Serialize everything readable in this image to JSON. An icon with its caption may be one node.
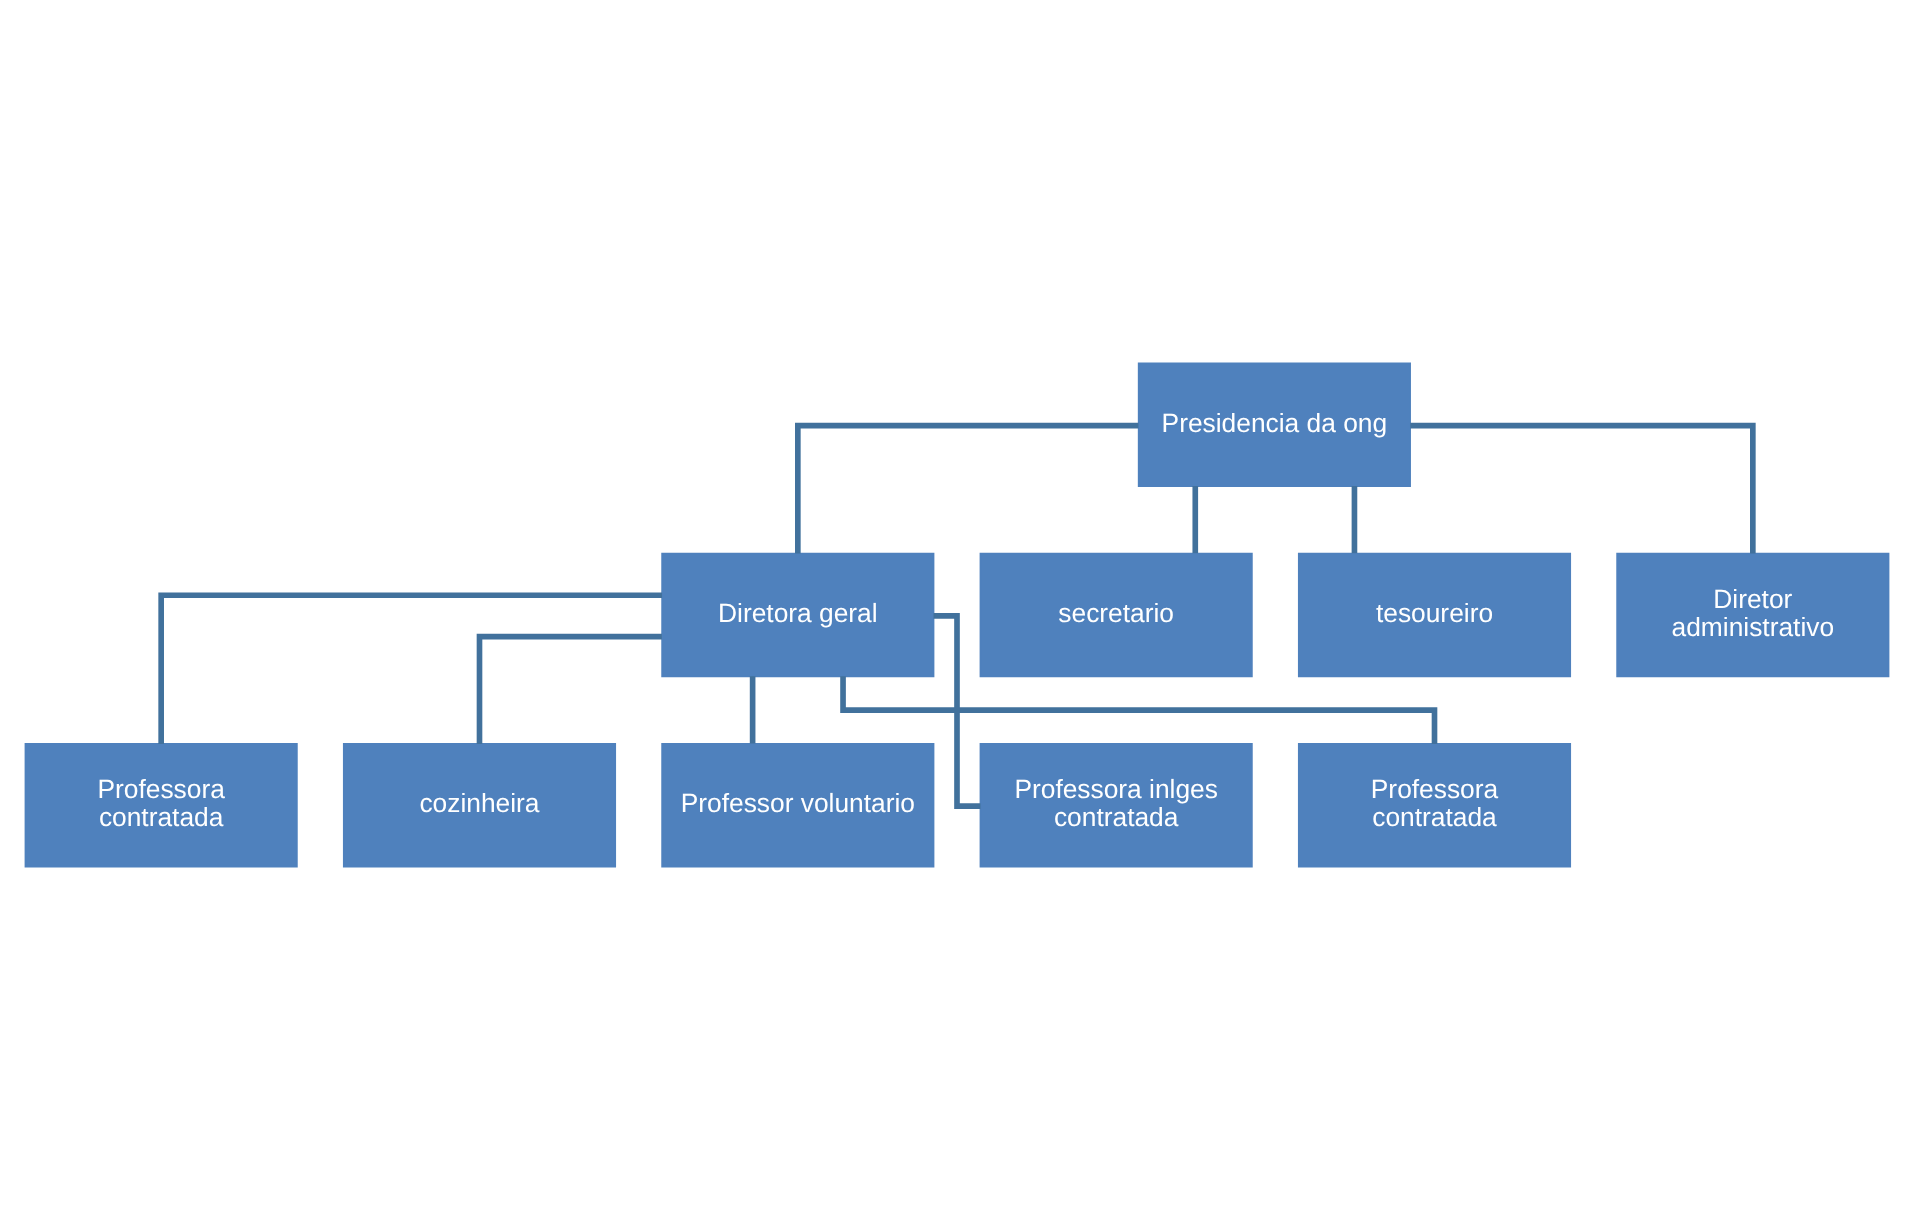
{
  "diagram": {
    "nodes": [
      {
        "text": [
          "Presidencia da ong"
        ]
      },
      {
        "text": [
          "Diretora geral"
        ]
      },
      {
        "text": [
          "secretario"
        ]
      },
      {
        "text": [
          "tesoureiro"
        ]
      },
      {
        "text": [
          "Diretor administrativo"
        ]
      },
      {
        "text": [
          "Professora contratada"
        ]
      },
      {
        "text": [
          "cozinheira"
        ]
      },
      {
        "text": [
          "Professor voluntario"
        ]
      },
      {
        "text": [
          "Professora inlges contratada"
        ]
      },
      {
        "text": [
          "Professora contratada"
        ]
      }
    ],
    "edges": [
      {
        "from": 0,
        "to": 1,
        "arrow": "none"
      },
      {
        "from": 0,
        "to": 2,
        "arrow": "none"
      },
      {
        "from": 0,
        "to": 3,
        "arrow": "none"
      },
      {
        "from": 0,
        "to": 4,
        "arrow": "none"
      },
      {
        "from": 1,
        "to": 5,
        "arrow": "none"
      },
      {
        "from": 1,
        "to": 6,
        "arrow": "none"
      },
      {
        "from": 1,
        "to": 7,
        "arrow": "none"
      },
      {
        "from": 1,
        "to": 8,
        "arrow": "none"
      },
      {
        "from": 1,
        "to": 9,
        "arrow": "none"
      }
    ]
  }
}
